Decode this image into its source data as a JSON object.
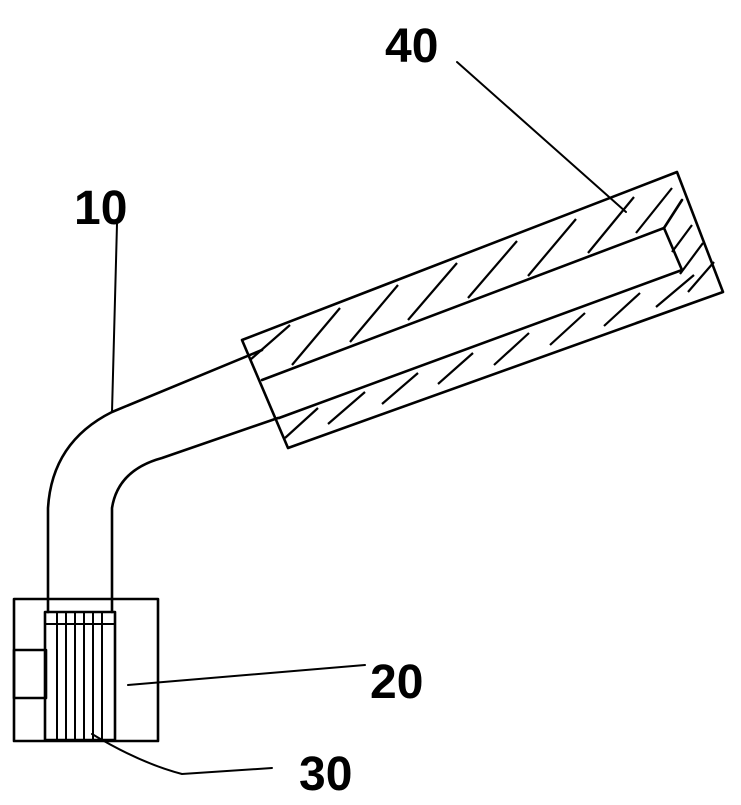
{
  "labels": {
    "tube": "10",
    "base": "20",
    "insert": "30",
    "sleeve": "40"
  }
}
